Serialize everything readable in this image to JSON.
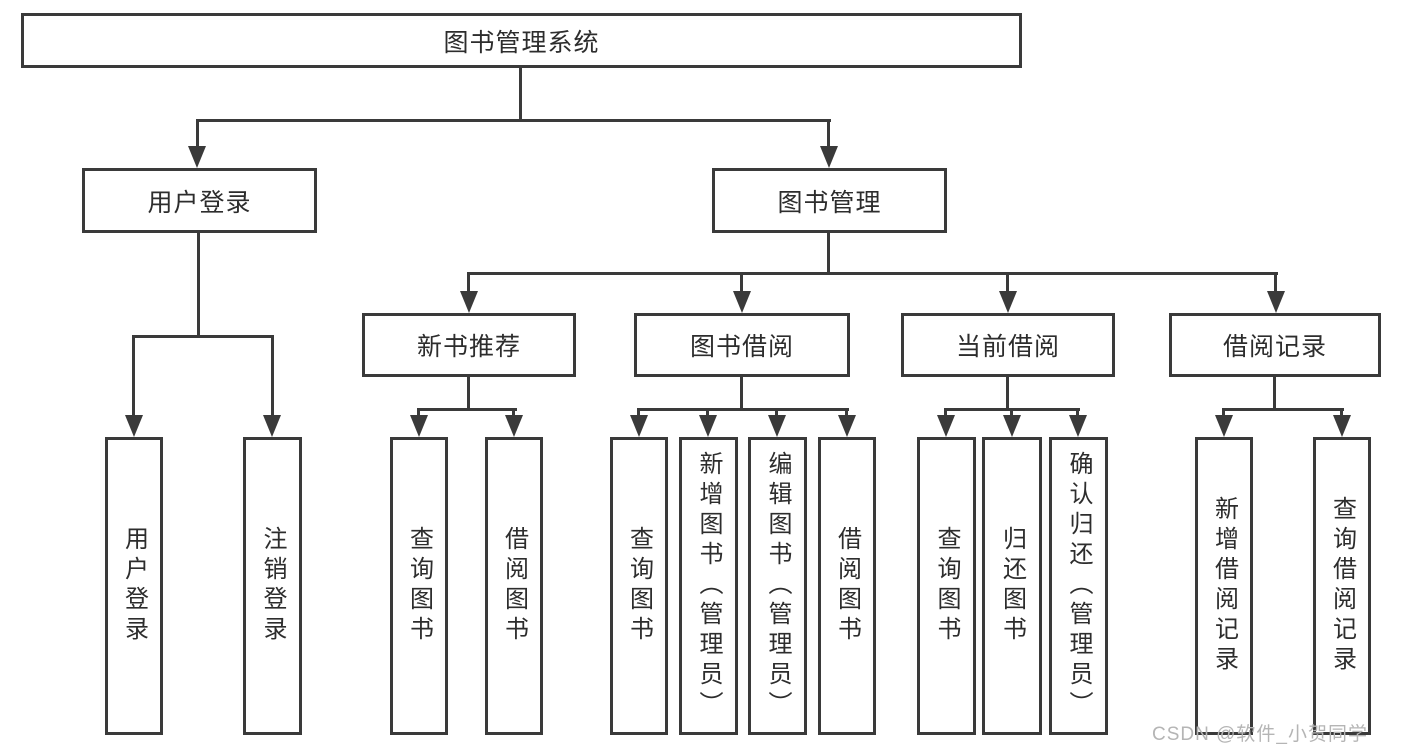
{
  "diagram": {
    "title": "图书管理系统",
    "level2": {
      "user_login": "用户登录",
      "book_management": "图书管理"
    },
    "level3": {
      "new_books": "新书推荐",
      "book_borrow": "图书借阅",
      "current_borrow": "当前借阅",
      "borrow_records": "借阅记录"
    },
    "leaves": {
      "user_login": "用户登录",
      "logout": "注销登录",
      "nb_query": "查询图书",
      "nb_borrow": "借阅图书",
      "bb_query": "查询图书",
      "bb_add": "新增图书（管理员）",
      "bb_edit": "编辑图书（管理员）",
      "bb_borrow": "借阅图书",
      "cb_query": "查询图书",
      "cb_return": "归还图书",
      "cb_confirm": "确认归还（管理员）",
      "br_add": "新增借阅记录",
      "br_query": "查询借阅记录"
    },
    "watermark": "CSDN @软件_小贺同学",
    "colors": {
      "line": "#3a3a3a",
      "text": "#2d2d2d",
      "watermark": "#b5b5b5",
      "background": "#ffffff"
    }
  }
}
